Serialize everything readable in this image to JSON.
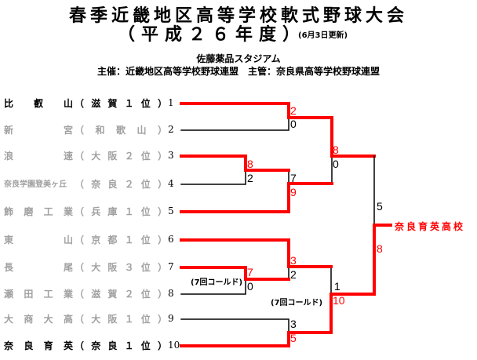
{
  "title": "春季近畿地区高等学校軟式野球大会",
  "subtitle": "（平成２６年度）",
  "updated": "(6月3日更新)",
  "venue": "佐藤薬品スタジアム",
  "organizers": "主催：近畿地区高等学校野球連盟　主管：奈良県高等学校野球連盟",
  "colors": {
    "win": "#ff0000",
    "lose": "#000000",
    "eliminated_text": "#a0a0a0"
  },
  "teams": [
    {
      "seed": "1",
      "school": "比叡山",
      "region": "（滋賀１位）"
    },
    {
      "seed": "2",
      "school": "新宮",
      "region": "（和歌山）"
    },
    {
      "seed": "3",
      "school": "浪速",
      "region": "（大阪２位）"
    },
    {
      "seed": "4",
      "school": "奈良学園登美ヶ丘",
      "region": "（奈良２位）"
    },
    {
      "seed": "5",
      "school": "飾磨工業",
      "region": "（兵庫１位）"
    },
    {
      "seed": "6",
      "school": "東山",
      "region": "（京都１位）"
    },
    {
      "seed": "7",
      "school": "長尾",
      "region": "（大阪３位）"
    },
    {
      "seed": "8",
      "school": "瀬田工業",
      "region": "（滋賀２位）"
    },
    {
      "seed": "9",
      "school": "大商大高",
      "region": "（大阪１位）"
    },
    {
      "seed": "10",
      "school": "奈良育英",
      "region": "（奈良１位）"
    }
  ],
  "scores": {
    "m1": {
      "top": "2",
      "bottom": "0"
    },
    "m2": {
      "top": "8",
      "bottom": "2"
    },
    "m3": {
      "top": "7",
      "bottom": "9"
    },
    "m4": {
      "top": "8",
      "bottom": "0"
    },
    "m5": {
      "top": "7",
      "bottom": "0",
      "note": "(7回コールド)"
    },
    "m6": {
      "top": "3",
      "bottom": "2"
    },
    "m7": {
      "top": "3",
      "bottom": "5"
    },
    "m8": {
      "top": "1",
      "bottom": "10",
      "note": "(7回コールド)"
    },
    "final": {
      "top": "5",
      "bottom": "8"
    }
  },
  "champion": "奈良育英高校"
}
